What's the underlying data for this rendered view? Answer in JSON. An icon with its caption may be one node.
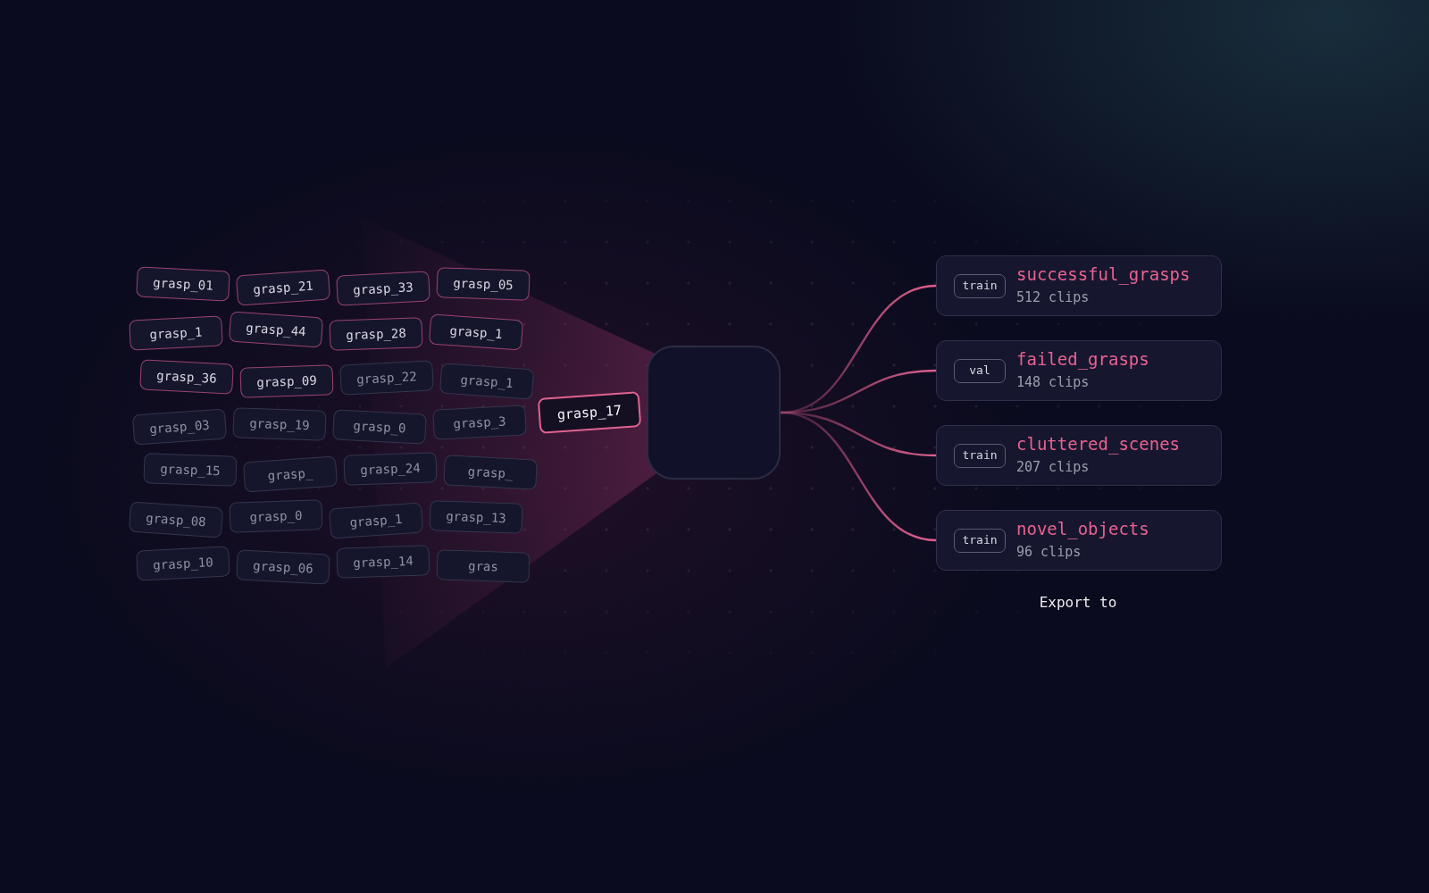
{
  "diagram": {
    "nodes": [
      {
        "text": [
          "grasp_01"
        ]
      },
      {
        "text": [
          "grasp_21"
        ]
      },
      {
        "text": [
          "grasp_33"
        ]
      },
      {
        "text": [
          "grasp_05"
        ]
      },
      {
        "text": [
          "grasp_1"
        ]
      },
      {
        "text": [
          "grasp_44"
        ]
      },
      {
        "text": [
          "grasp_28"
        ]
      },
      {
        "text": [
          "grasp_1"
        ]
      },
      {
        "text": [
          "grasp_36"
        ]
      },
      {
        "text": [
          "grasp_09"
        ]
      },
      {
        "text": [
          "grasp_22"
        ]
      },
      {
        "text": [
          "grasp_1"
        ]
      },
      {
        "text": [
          "grasp_03"
        ]
      },
      {
        "text": [
          "grasp_19"
        ]
      },
      {
        "text": [
          "grasp_0"
        ]
      },
      {
        "text": [
          "grasp_3"
        ]
      },
      {
        "text": [
          "grasp_15"
        ]
      },
      {
        "text": [
          "grasp_"
        ]
      },
      {
        "text": [
          "grasp_24"
        ]
      },
      {
        "text": [
          "grasp_"
        ]
      },
      {
        "text": [
          "grasp_08"
        ]
      },
      {
        "text": [
          "grasp_0"
        ]
      },
      {
        "text": [
          "grasp_1"
        ]
      },
      {
        "text": [
          "grasp_13"
        ]
      },
      {
        "text": [
          "grasp_10"
        ]
      },
      {
        "text": [
          "grasp_06"
        ]
      },
      {
        "text": [
          "grasp_14"
        ]
      },
      {
        "text": [
          "gras"
        ]
      },
      {
        "text": [
          "grasp_17"
        ]
      },
      {
        "text": [],
        "shape": "box"
      },
      {
        "text": [
          "successful_grasps",
          "512 clips"
        ]
      },
      {
        "text": [
          "train"
        ],
        "in": 30
      },
      {
        "text": [
          "failed_grasps",
          "148 clips"
        ]
      },
      {
        "text": [
          "val"
        ],
        "in": 32
      },
      {
        "text": [
          "cluttered_scenes",
          "207 clips"
        ]
      },
      {
        "text": [
          "train"
        ],
        "in": 34
      },
      {
        "text": [
          "novel_objects",
          "96 clips"
        ]
      },
      {
        "text": [
          "train"
        ],
        "in": 36
      }
    ],
    "edges": [
      {
        "from": 29,
        "to": 30,
        "arrow": "none"
      },
      {
        "from": 29,
        "to": 32,
        "arrow": "none"
      },
      {
        "from": 29,
        "to": 34,
        "arrow": "none"
      },
      {
        "from": 29,
        "to": 36,
        "arrow": "none"
      }
    ],
    "labels": [
      "Export to"
    ]
  }
}
